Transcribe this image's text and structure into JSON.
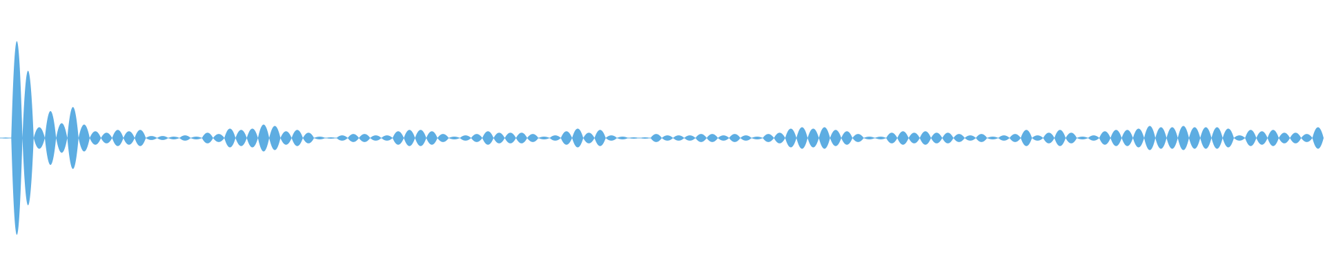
{
  "waveform": {
    "color": "#5DADE2",
    "lobes": [
      {
        "a": 0.0
      },
      {
        "a": 0.72
      },
      {
        "a": 0.5
      },
      {
        "a": 0.08
      },
      {
        "a": 0.2
      },
      {
        "a": 0.11
      },
      {
        "a": 0.23
      },
      {
        "a": 0.1
      },
      {
        "a": 0.05
      },
      {
        "a": 0.04
      },
      {
        "a": 0.06
      },
      {
        "a": 0.05
      },
      {
        "a": 0.06
      },
      {
        "a": 0.015
      },
      {
        "a": 0.015
      },
      {
        "a": 0.01
      },
      {
        "a": 0.02
      },
      {
        "a": 0.01
      },
      {
        "a": 0.04
      },
      {
        "a": 0.03
      },
      {
        "a": 0.07
      },
      {
        "a": 0.06
      },
      {
        "a": 0.07
      },
      {
        "a": 0.1
      },
      {
        "a": 0.09
      },
      {
        "a": 0.05
      },
      {
        "a": 0.06
      },
      {
        "a": 0.04
      },
      {
        "a": 0.01
      },
      {
        "a": 0.005
      },
      {
        "a": 0.02
      },
      {
        "a": 0.03
      },
      {
        "a": 0.03
      },
      {
        "a": 0.02
      },
      {
        "a": 0.02
      },
      {
        "a": 0.05
      },
      {
        "a": 0.06
      },
      {
        "a": 0.06
      },
      {
        "a": 0.05
      },
      {
        "a": 0.03
      },
      {
        "a": 0.01
      },
      {
        "a": 0.02
      },
      {
        "a": 0.03
      },
      {
        "a": 0.05
      },
      {
        "a": 0.04
      },
      {
        "a": 0.04
      },
      {
        "a": 0.04
      },
      {
        "a": 0.03
      },
      {
        "a": 0.01
      },
      {
        "a": 0.02
      },
      {
        "a": 0.05
      },
      {
        "a": 0.07
      },
      {
        "a": 0.04
      },
      {
        "a": 0.06
      },
      {
        "a": 0.02
      },
      {
        "a": 0.01
      },
      {
        "a": 0.005
      },
      {
        "a": 0.005
      },
      {
        "a": 0.03
      },
      {
        "a": 0.02
      },
      {
        "a": 0.02
      },
      {
        "a": 0.02
      },
      {
        "a": 0.03
      },
      {
        "a": 0.03
      },
      {
        "a": 0.02
      },
      {
        "a": 0.03
      },
      {
        "a": 0.02
      },
      {
        "a": 0.01
      },
      {
        "a": 0.03
      },
      {
        "a": 0.04
      },
      {
        "a": 0.07
      },
      {
        "a": 0.08
      },
      {
        "a": 0.07
      },
      {
        "a": 0.08
      },
      {
        "a": 0.06
      },
      {
        "a": 0.05
      },
      {
        "a": 0.03
      },
      {
        "a": 0.01
      },
      {
        "a": 0.01
      },
      {
        "a": 0.04
      },
      {
        "a": 0.05
      },
      {
        "a": 0.04
      },
      {
        "a": 0.05
      },
      {
        "a": 0.04
      },
      {
        "a": 0.04
      },
      {
        "a": 0.03
      },
      {
        "a": 0.02
      },
      {
        "a": 0.03
      },
      {
        "a": 0.01
      },
      {
        "a": 0.02
      },
      {
        "a": 0.03
      },
      {
        "a": 0.06
      },
      {
        "a": 0.02
      },
      {
        "a": 0.04
      },
      {
        "a": 0.06
      },
      {
        "a": 0.04
      },
      {
        "a": 0.01
      },
      {
        "a": 0.02
      },
      {
        "a": 0.05
      },
      {
        "a": 0.06
      },
      {
        "a": 0.06
      },
      {
        "a": 0.07
      },
      {
        "a": 0.09
      },
      {
        "a": 0.08
      },
      {
        "a": 0.08
      },
      {
        "a": 0.09
      },
      {
        "a": 0.08
      },
      {
        "a": 0.08
      },
      {
        "a": 0.08
      },
      {
        "a": 0.07
      },
      {
        "a": 0.02
      },
      {
        "a": 0.06
      },
      {
        "a": 0.05
      },
      {
        "a": 0.06
      },
      {
        "a": 0.04
      },
      {
        "a": 0.04
      },
      {
        "a": 0.03
      },
      {
        "a": 0.08
      }
    ]
  }
}
